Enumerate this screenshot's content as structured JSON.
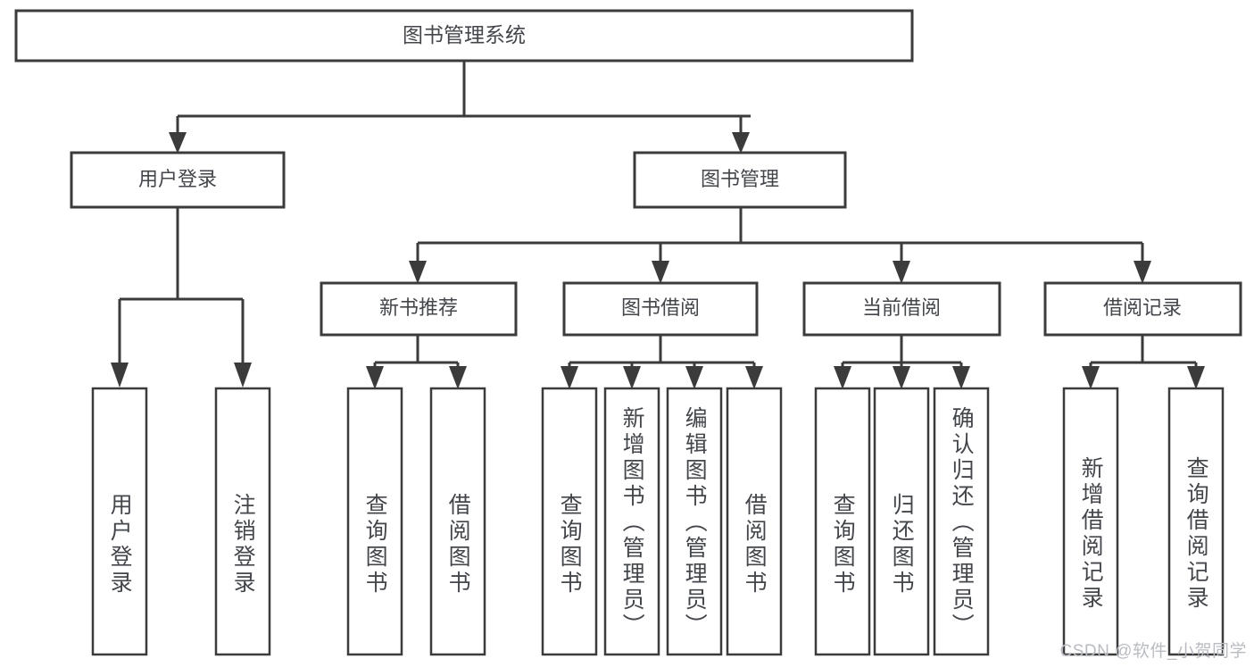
{
  "diagram": {
    "title": "图书管理系统",
    "type": "hierarchy-tree",
    "watermark": "CSDN @软件_小贺同学",
    "colors": {
      "stroke": "#3b3b3b",
      "fill": "#ffffff",
      "text": "#43464b",
      "watermark": "#b9bcc2",
      "background": "#ffffff"
    },
    "root": {
      "label": "图书管理系统"
    },
    "level2": [
      {
        "label": "用户登录"
      },
      {
        "label": "图书管理"
      }
    ],
    "level3": [
      {
        "label": "新书推荐"
      },
      {
        "label": "图书借阅"
      },
      {
        "label": "当前借阅"
      },
      {
        "label": "借阅记录"
      }
    ],
    "leaves": {
      "user_login": [
        {
          "label": "用户登录"
        },
        {
          "label": "注销登录"
        }
      ],
      "new_book": [
        {
          "label": "查询图书"
        },
        {
          "label": "借阅图书"
        }
      ],
      "book_borrow": [
        {
          "label": "查询图书"
        },
        {
          "label": "新增图书（管理员）"
        },
        {
          "label": "编辑图书（管理员）"
        },
        {
          "label": "借阅图书"
        }
      ],
      "current_borrow": [
        {
          "label": "查询图书"
        },
        {
          "label": "归还图书"
        },
        {
          "label": "确认归还（管理员）"
        }
      ],
      "borrow_record": [
        {
          "label": "新增借阅记录"
        },
        {
          "label": "查询借阅记录"
        }
      ]
    }
  }
}
